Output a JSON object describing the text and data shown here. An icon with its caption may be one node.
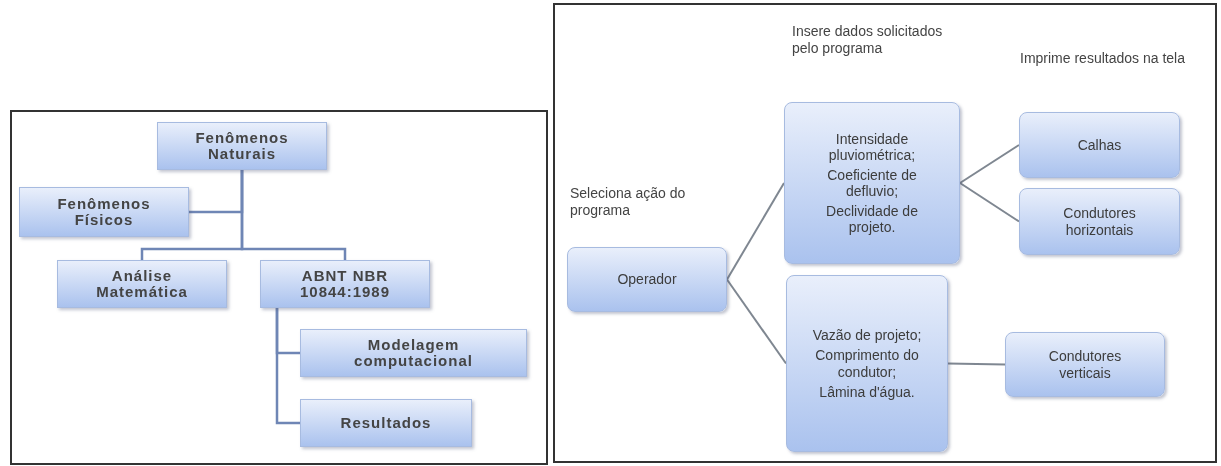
{
  "diagram": {
    "nodes": [
      {
        "text": [],
        "shape": "box"
      },
      {
        "text": [
          "Fenômenos Naturais"
        ],
        "in": 0
      },
      {
        "text": [
          "Fenômenos Físicos"
        ],
        "in": 0
      },
      {
        "text": [
          "Análise Matemática"
        ],
        "in": 0
      },
      {
        "text": [
          "ABNT NBR 10844:1989"
        ],
        "in": 0
      },
      {
        "text": [
          "Modelagem computacional"
        ],
        "in": 0
      },
      {
        "text": [
          "Resultados"
        ],
        "in": 0
      },
      {
        "text": [],
        "shape": "box"
      },
      {
        "text": [
          "Operador"
        ],
        "in": 7
      },
      {
        "text": [
          "Intensidade pluviométrica;",
          "Coeficiente de defluvio;",
          "Declividade de projeto."
        ],
        "in": 7
      },
      {
        "text": [
          "Vazão de projeto;",
          "Comprimento do condutor;",
          "Lâmina d'água."
        ],
        "in": 7
      },
      {
        "text": [
          "Calhas"
        ],
        "in": 7
      },
      {
        "text": [
          "Condutores horizontais"
        ],
        "in": 7
      },
      {
        "text": [
          "Condutores verticais"
        ],
        "in": 7
      }
    ],
    "edges": [
      {
        "from": 1,
        "to": 2,
        "arrow": "none"
      },
      {
        "from": 1,
        "to": 3,
        "arrow": "none"
      },
      {
        "from": 1,
        "to": 4,
        "arrow": "none"
      },
      {
        "from": 4,
        "to": 5,
        "arrow": "none"
      },
      {
        "from": 4,
        "to": 6,
        "arrow": "none"
      },
      {
        "from": 8,
        "to": 9,
        "arrow": "none"
      },
      {
        "from": 8,
        "to": 10,
        "arrow": "none"
      },
      {
        "from": 9,
        "to": 11,
        "arrow": "none"
      },
      {
        "from": 9,
        "to": 12,
        "arrow": "none"
      },
      {
        "from": 10,
        "to": 13,
        "arrow": "none"
      }
    ],
    "labels": [
      "Insere dados solicitados pelo programa",
      "Imprime resultados na tela",
      "Seleciona ação do programa"
    ]
  }
}
